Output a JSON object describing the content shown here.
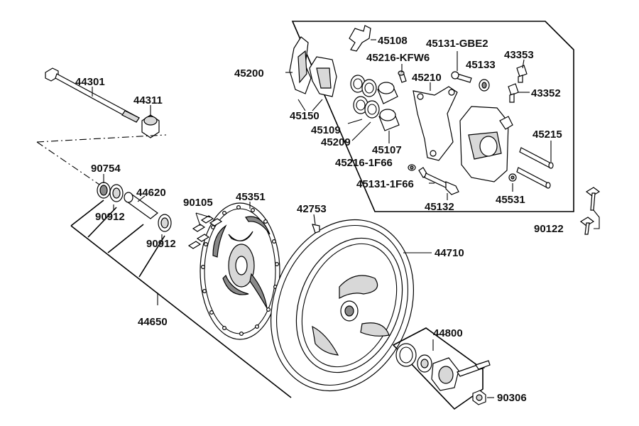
{
  "parts": {
    "p44301": "44301",
    "p44311": "44311",
    "p90754": "90754",
    "p44620": "44620",
    "p90912a": "90912",
    "p90912b": "90912",
    "p44650": "44650",
    "p90105": "90105",
    "p45351": "45351",
    "p42753": "42753",
    "p44710": "44710",
    "p44800": "44800",
    "p90306": "90306",
    "p90122": "90122",
    "p45200": "45200",
    "p45108": "45108",
    "p45216kfw6": "45216-KFW6",
    "p45131gbe2": "45131-GBE2",
    "p43353": "43353",
    "p45133": "45133",
    "p45210": "45210",
    "p43352": "43352",
    "p45150": "45150",
    "p45109": "45109",
    "p45209": "45209",
    "p45107": "45107",
    "p45215": "45215",
    "p452161f66": "45216-1F66",
    "p451311f66": "45131-1F66",
    "p45132": "45132",
    "p45531": "45531"
  },
  "colors": {
    "line": "#000000",
    "part_fill": "#ffffff",
    "shade": "#d8d8d8",
    "dark_shade": "#8a8a8a",
    "background": "#ffffff"
  }
}
